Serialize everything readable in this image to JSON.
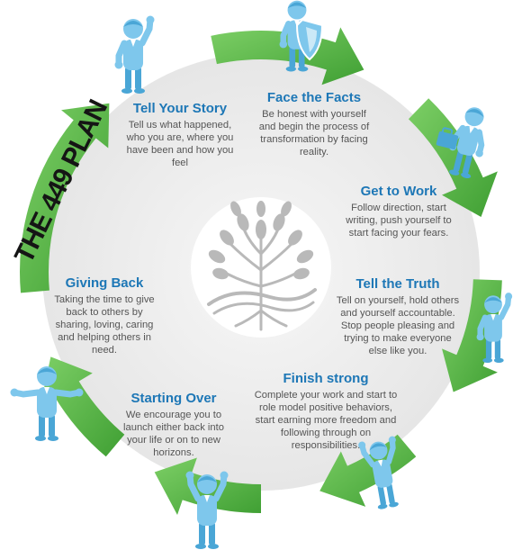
{
  "plan_title": "THE 449 PLAN",
  "colors": {
    "arrow": "#5dbd4d",
    "arrow_dark": "#3fa332",
    "figure": "#7ec7ec",
    "figure_dark": "#4aa6d6",
    "title": "#1d77b6",
    "text": "#555555",
    "circle": "#eeeeee",
    "logo": "#b8b8b8"
  },
  "steps": [
    {
      "title": "Tell Your Story",
      "desc": "Tell us what happened, who you are, where you have been and how you feel"
    },
    {
      "title": "Face the Facts",
      "desc": "Be honest with yourself and begin the process of transformation by facing reality."
    },
    {
      "title": "Get to Work",
      "desc": "Follow direction, start writing, push yourself to start facing your fears."
    },
    {
      "title": "Tell the Truth",
      "desc": "Tell on yourself, hold others and yourself accountable. Stop people pleasing and trying to make everyone else like you."
    },
    {
      "title": "Finish strong",
      "desc": "Complete your work and start to role model positive behaviors, start earning more freedom and following through on responsibilities."
    },
    {
      "title": "Starting Over",
      "desc": "We encourage you to launch either back into your life or on to new horizons."
    },
    {
      "title": "Giving Back",
      "desc": "Taking the time to give back to others by sharing, loving, caring and helping others in need."
    }
  ],
  "icons": [
    "tree-logo-icon",
    "person-icon",
    "shield-icon",
    "briefcase-icon",
    "arrow-icon"
  ]
}
